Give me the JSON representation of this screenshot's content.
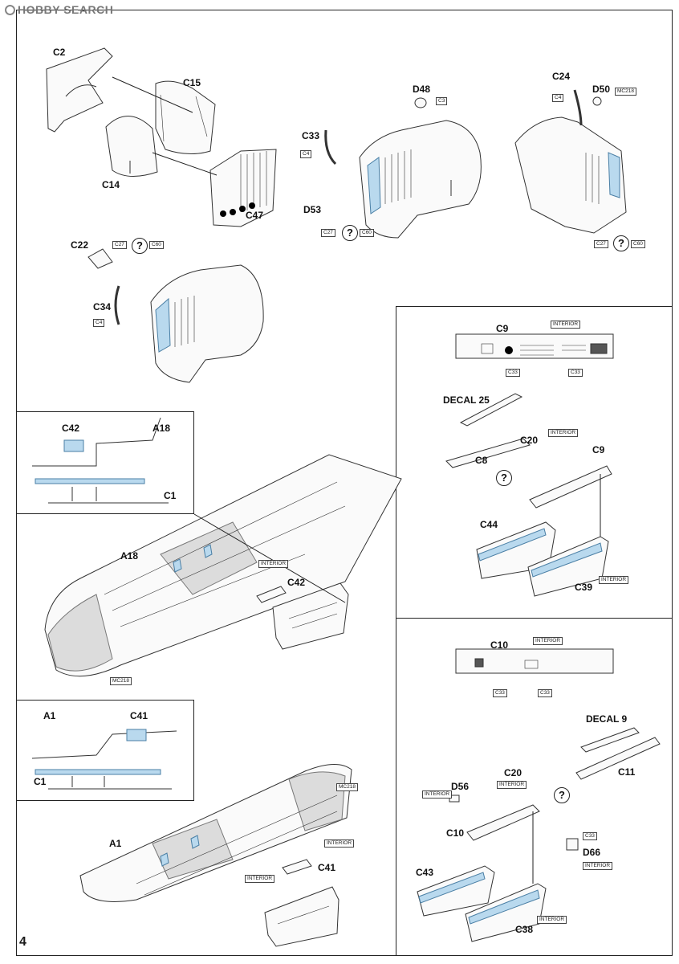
{
  "header": {
    "watermark": "HOBBY SEARCH"
  },
  "page_number": "4",
  "ref_boxes": {
    "c3": "C3",
    "c4": "C4",
    "c27": "C27",
    "c60": "C60",
    "mc218": "MC218",
    "interior": "INTERIOR",
    "c33": "C33"
  },
  "labels": {
    "c2": "C2",
    "c15": "C15",
    "c14": "C14",
    "c47": "C47",
    "c33": "C33",
    "d48": "D48",
    "d53": "D53",
    "c24": "C24",
    "d50": "D50",
    "c22": "C22",
    "c34": "C34",
    "c42": "C42",
    "a18": "A18",
    "c1": "C1",
    "c41": "C41",
    "a1": "A1",
    "c9": "C9",
    "decal25": "DECAL 25",
    "c8": "C8",
    "c20": "C20",
    "c44": "C44",
    "c39": "C39",
    "c10": "C10",
    "decal9": "DECAL 9",
    "c11": "C11",
    "d56": "D56",
    "d66": "D66",
    "c43": "C43",
    "c38": "C38"
  },
  "question_mark": "?",
  "colors": {
    "highlight_blue": "#b9d9ee",
    "line": "#333333",
    "paper": "#ffffff"
  }
}
